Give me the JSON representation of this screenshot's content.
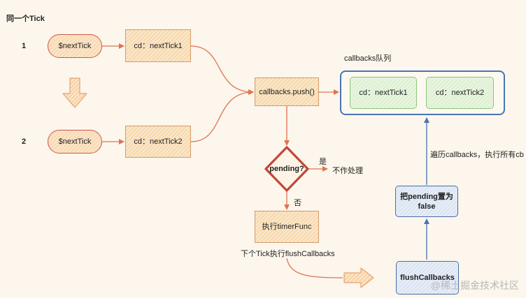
{
  "labels": {
    "heading": "同一个Tick",
    "row1": "1",
    "row2": "2",
    "queue_title": "callbacks队列",
    "yes": "是",
    "no_process": "不作处理",
    "no": "否",
    "next_tick_flush": "下个Tick执行flushCallbacks",
    "traverse": "遍历callbacks，执行所有cb"
  },
  "nodes": {
    "nexttick1": "$nextTick",
    "nexttick2": "$nextTick",
    "cd1": "cd：nextTick1",
    "cd2": "cd：nextTick2",
    "push": "callbacks.push()",
    "pending": "pending?",
    "timer": "执行timerFunc",
    "q1": "cd：nextTick1",
    "q2": "cd：nextTick2",
    "setpending": "把pending置为false",
    "flush": "flushCallbacks"
  },
  "watermark": "@稀土掘金技术社区",
  "colors": {
    "background": "#fcf6ec",
    "arrow": "#e0734f",
    "blue_arrow": "#4a74b4",
    "pill_border": "#cc5a45",
    "queue_border": "#4a74b4"
  }
}
